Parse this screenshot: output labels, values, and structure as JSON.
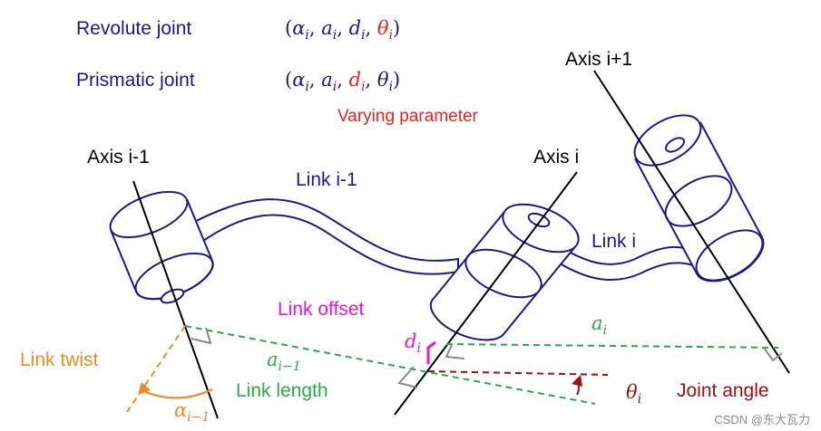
{
  "legend": {
    "revolute_label": "Revolute joint",
    "prismatic_label": "Prismatic joint",
    "varying_label": "Varying parameter",
    "open_paren": "(",
    "close_paren": ")",
    "comma": ", ",
    "symbols": {
      "alpha": "α",
      "a": "a",
      "d": "d",
      "theta": "θ",
      "sub_i": "i",
      "sub_i_minus_1": "i−1"
    }
  },
  "axes": {
    "axis_prev": "Axis i-1",
    "axis_cur": "Axis i",
    "axis_next": "Axis i+1"
  },
  "links": {
    "link_prev": "Link i-1",
    "link_cur": "Link i"
  },
  "annotations": {
    "link_offset": "Link offset",
    "link_twist": "Link twist",
    "link_length": "Link length",
    "joint_angle": "Joint angle"
  },
  "watermark": "CSDN @东大瓦力",
  "colors": {
    "navy": "#1a1a8c",
    "red": "#e8231f",
    "dark_red": "#a01010",
    "green": "#2aa84a",
    "orange": "#f08a24",
    "magenta": "#e815e0",
    "gray": "#888888",
    "black": "#000000"
  }
}
